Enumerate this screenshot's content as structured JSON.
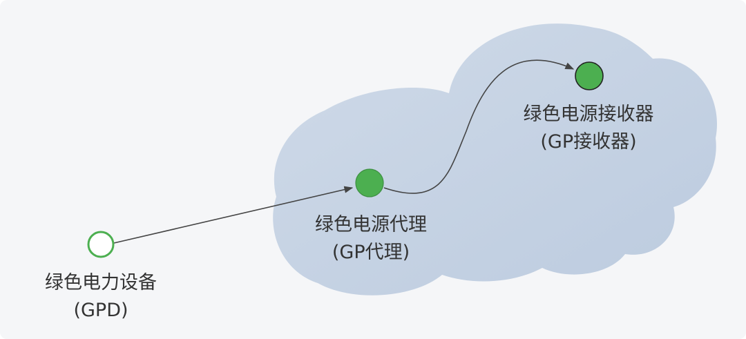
{
  "nodes": {
    "gpd": {
      "line1": "绿色电力设备",
      "line2": "(GPD)",
      "style": "hollow"
    },
    "proxy": {
      "line1": "绿色电源代理",
      "line2": "(GP代理)",
      "style": "filled"
    },
    "sink": {
      "line1": "绿色电源接收器",
      "line2": "(GP接收器)",
      "style": "filled"
    }
  },
  "colors": {
    "node_green": "#4caf50",
    "node_outline": "#3d8f41",
    "cloud_fill": "#c7d4e4",
    "arrow": "#444444",
    "text": "#333333"
  }
}
